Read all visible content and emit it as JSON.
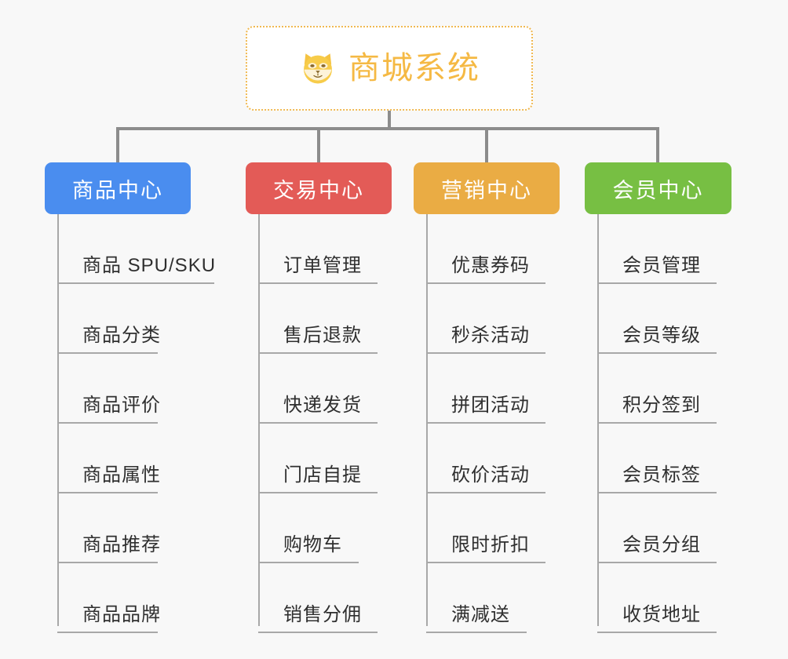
{
  "root": {
    "title": "商城系统",
    "icon": "dog-face-icon",
    "border_color": "#f0b952",
    "text_color": "#f5b944",
    "background": "#ffffff"
  },
  "canvas": {
    "background": "#f8f8f8",
    "connector_color": "#8c8c8c",
    "leaf_line_color": "#a8a8a8",
    "leaf_text_color": "#2f2f2f"
  },
  "branches": [
    {
      "label": "商品中心",
      "color": "#4a8def",
      "leaves": [
        "商品 SPU/SKU",
        "商品分类",
        "商品评价",
        "商品属性",
        "商品推荐",
        "商品品牌"
      ]
    },
    {
      "label": "交易中心",
      "color": "#e35b57",
      "leaves": [
        "订单管理",
        "售后退款",
        "快递发货",
        "门店自提",
        "购物车",
        "销售分佣"
      ]
    },
    {
      "label": "营销中心",
      "color": "#eaac44",
      "leaves": [
        "优惠券码",
        "秒杀活动",
        "拼团活动",
        "砍价活动",
        "限时折扣",
        "满减送"
      ]
    },
    {
      "label": "会员中心",
      "color": "#77bf43",
      "leaves": [
        "会员管理",
        "会员等级",
        "积分签到",
        "会员标签",
        "会员分组",
        "收货地址"
      ]
    }
  ]
}
